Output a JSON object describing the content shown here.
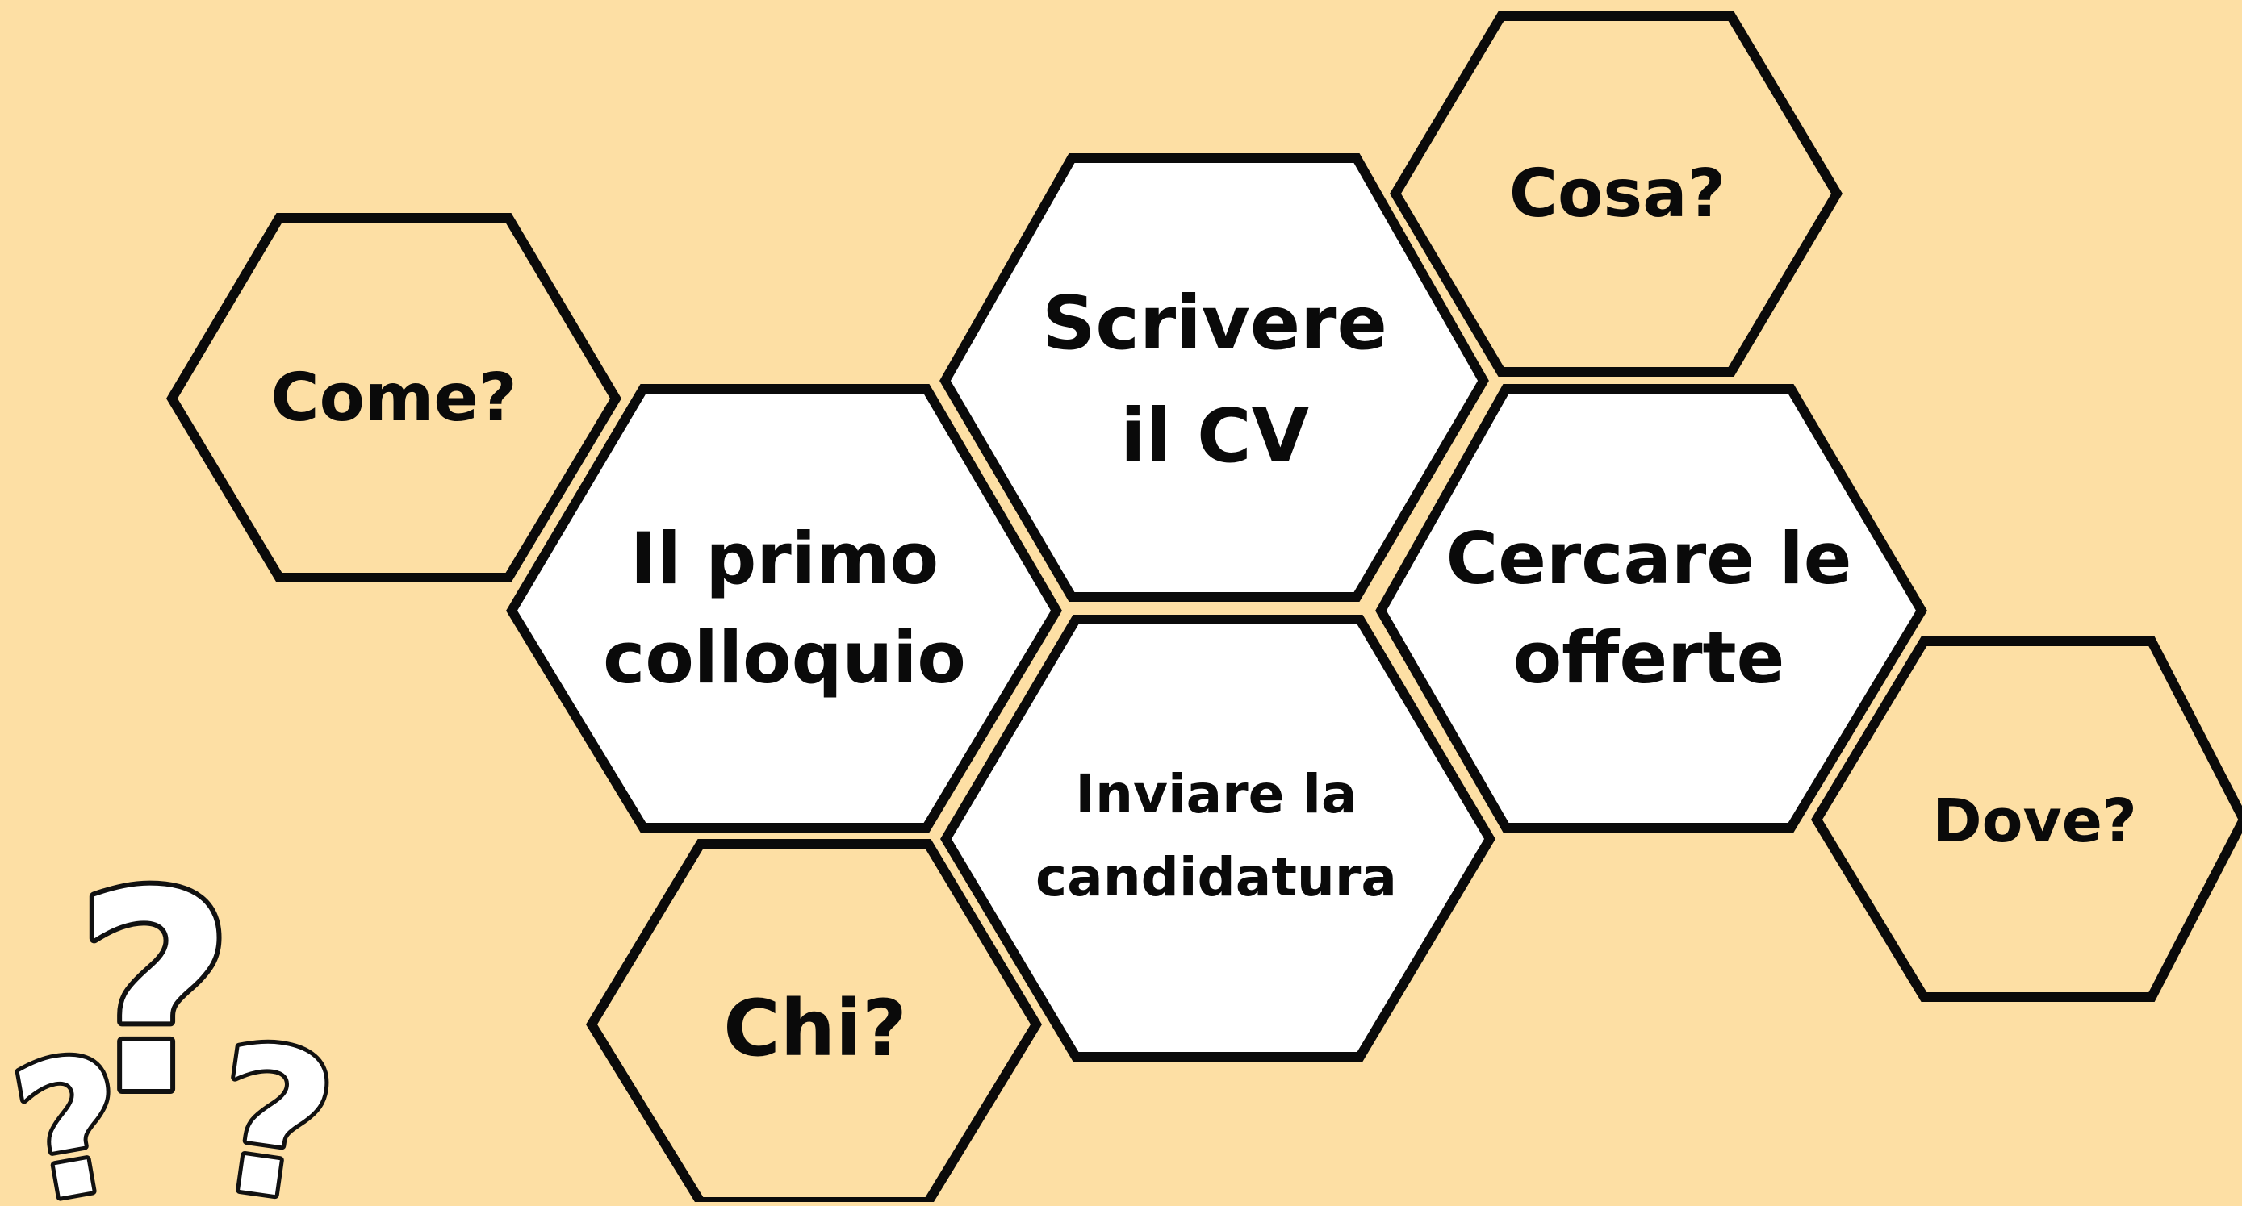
{
  "colors": {
    "background": "#FDDFA4",
    "stroke": "#0a0a0a",
    "main_fill": "#ffffff",
    "question_fill": "#FDDFA4"
  },
  "hexagons": {
    "come": "Come?",
    "cosa": "Cosa?",
    "chi": "Chi?",
    "dove": "Dove?",
    "scrivere_line1": "Scrivere",
    "scrivere_line2": "il CV",
    "colloquio_line1": "Il primo",
    "colloquio_line2": "colloquio",
    "cercare_line1": "Cercare le",
    "cercare_line2": "offerte",
    "inviare_line1": "Inviare la",
    "inviare_line2": "candidatura"
  },
  "decoration": {
    "question_marks": [
      "?",
      "?",
      "?"
    ],
    "icon": "question-marks-cluster-icon"
  }
}
